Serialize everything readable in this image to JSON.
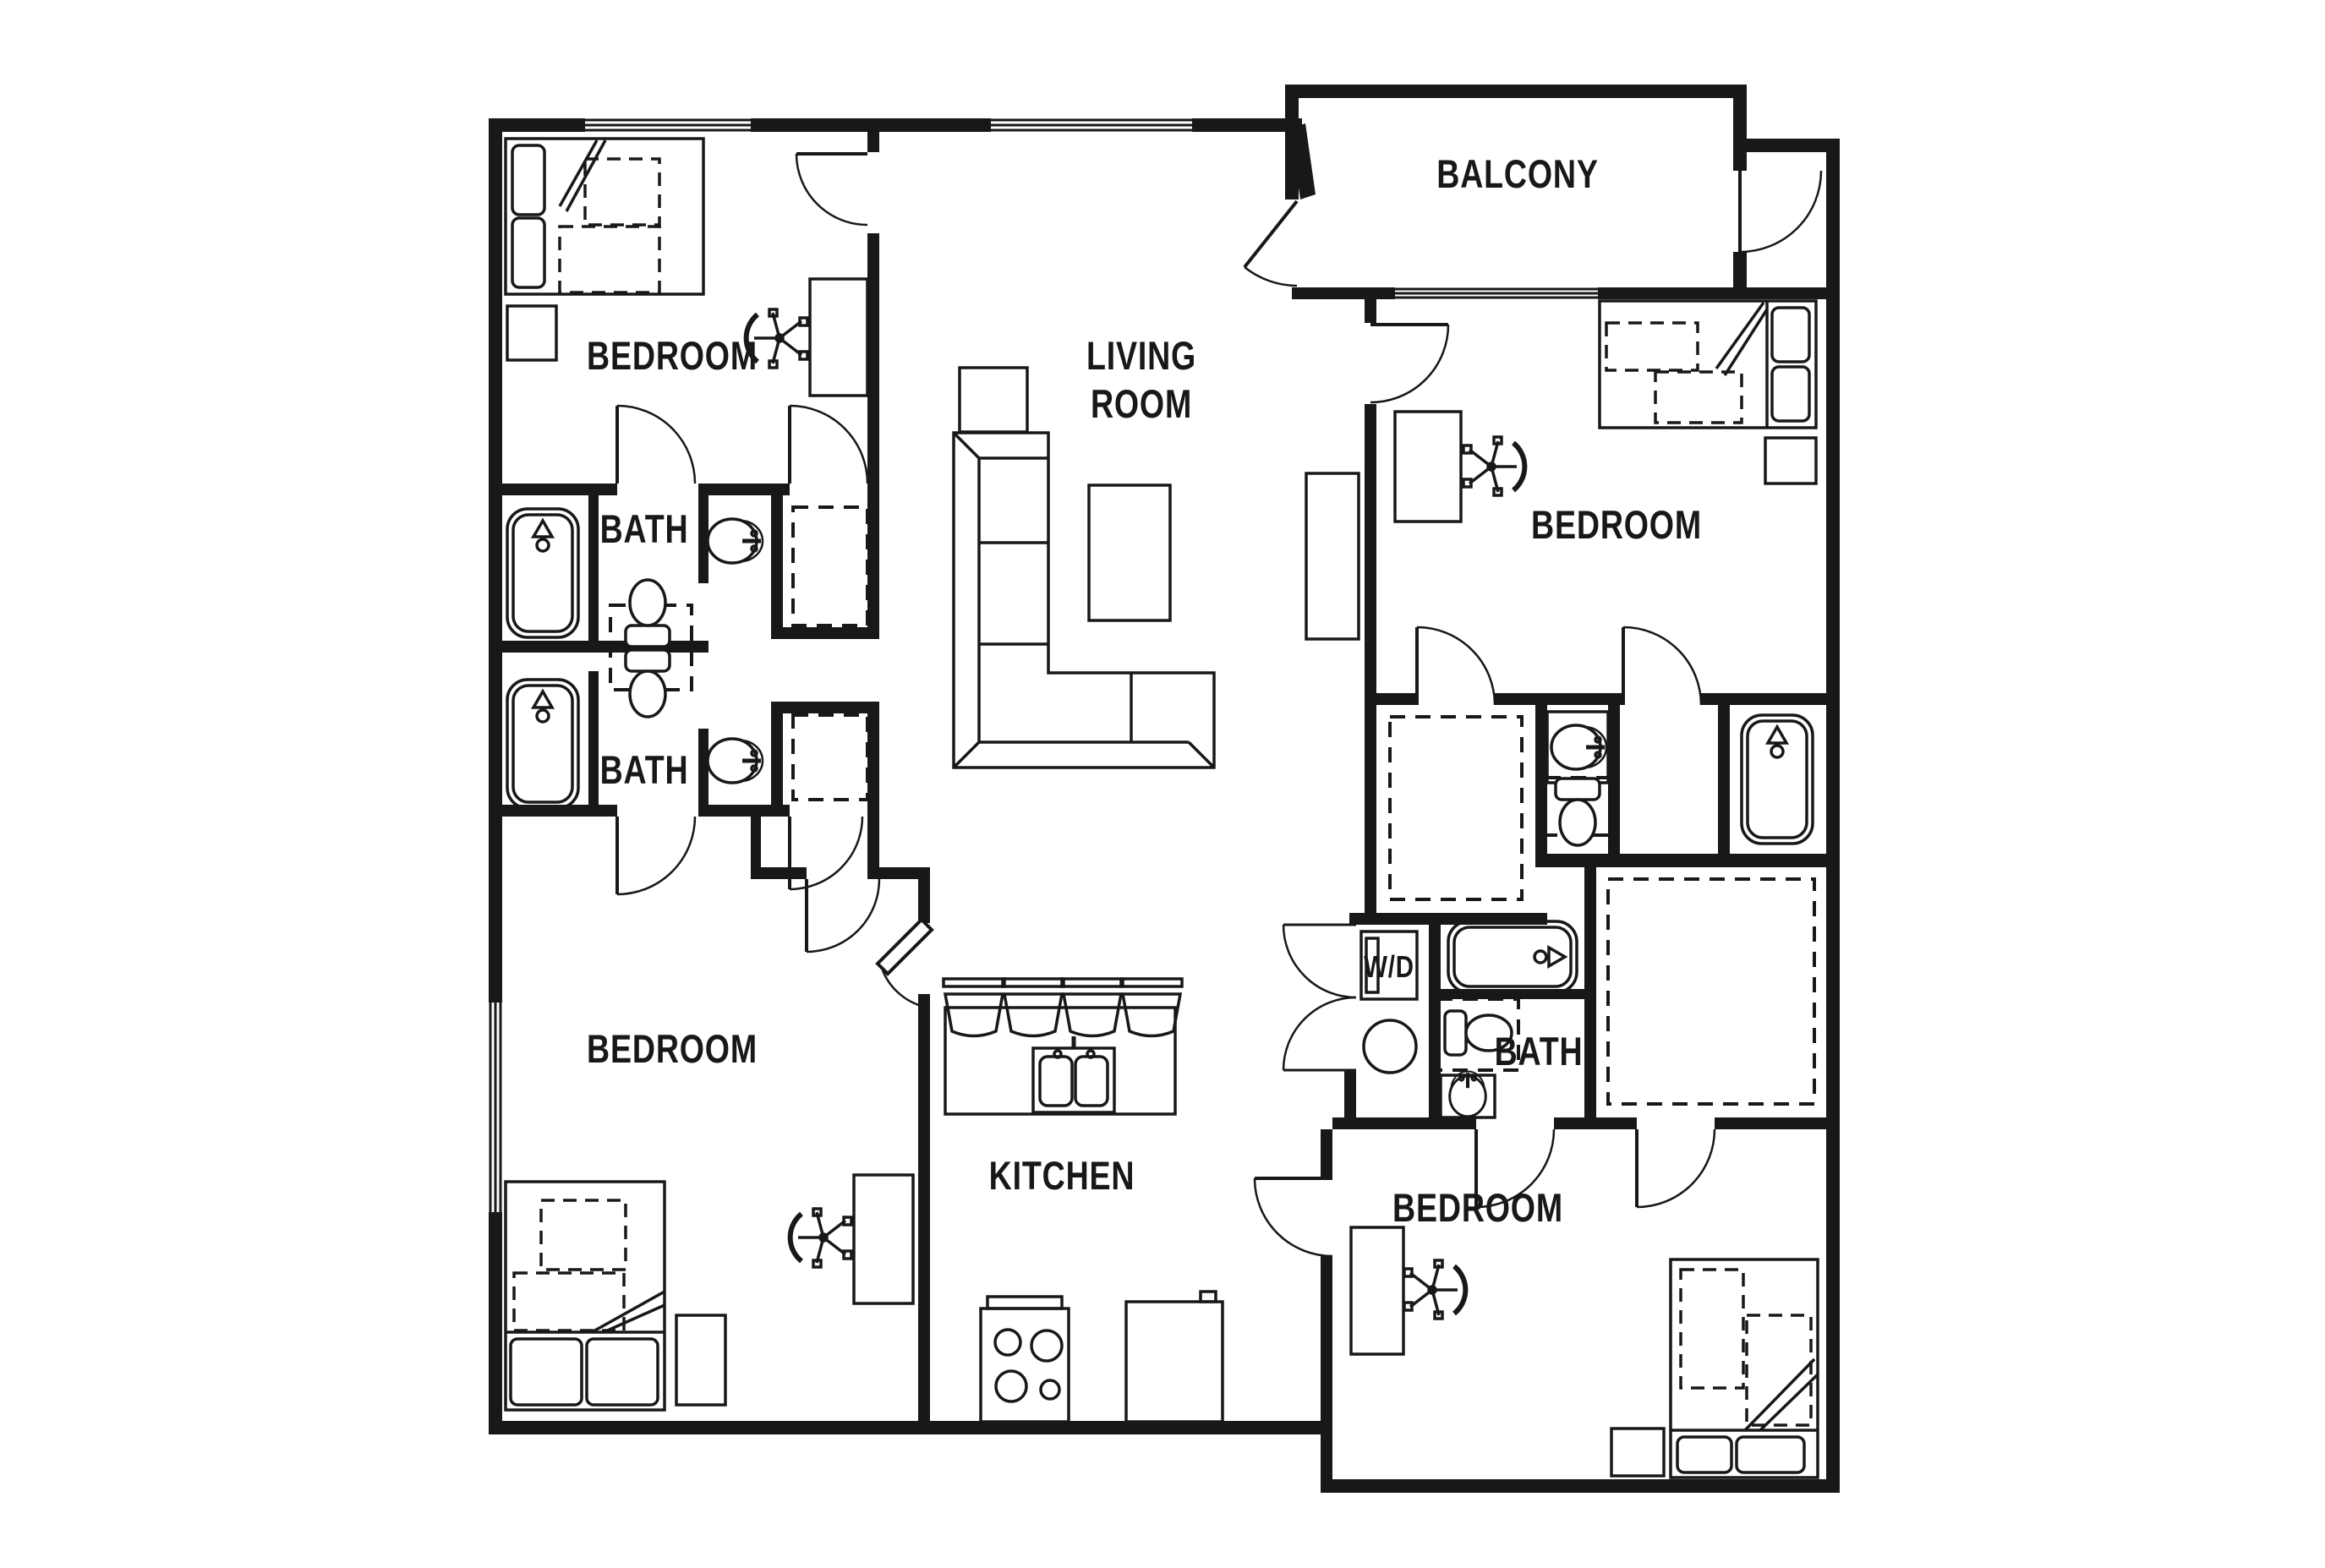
{
  "document": {
    "type": "apartment-floor-plan",
    "units": "none-shown",
    "colors": {
      "line": "#181818",
      "background": "#ffffff"
    }
  },
  "rooms": [
    {
      "id": "bedroom-top-left",
      "label": "BEDROOM"
    },
    {
      "id": "bath-top-left",
      "label": "BATH"
    },
    {
      "id": "bath-mid-left",
      "label": "BATH"
    },
    {
      "id": "bedroom-bottom-left",
      "label": "BEDROOM"
    },
    {
      "id": "living-room",
      "label": "LIVING ROOM",
      "lines": [
        "LIVING",
        "ROOM"
      ]
    },
    {
      "id": "balcony",
      "label": "BALCONY"
    },
    {
      "id": "bedroom-top-right",
      "label": "BEDROOM"
    },
    {
      "id": "kitchen",
      "label": "KITCHEN"
    },
    {
      "id": "bath-right",
      "label": "BATH"
    },
    {
      "id": "laundry-closet",
      "label": "W/D"
    },
    {
      "id": "bedroom-bottom-right",
      "label": "BEDROOM"
    }
  ],
  "fixtures": [
    {
      "name": "bed",
      "count": 4
    },
    {
      "name": "bed-pillow",
      "count": 8
    },
    {
      "name": "nightstand",
      "count": 4
    },
    {
      "name": "desk",
      "count": 4
    },
    {
      "name": "desk-chair",
      "count": 4
    },
    {
      "name": "walk-in-closet-dashed",
      "count": 4
    },
    {
      "name": "bathtub",
      "count": 4
    },
    {
      "name": "toilet",
      "count": 4
    },
    {
      "name": "bathroom-sink",
      "count": 4
    },
    {
      "name": "kitchen-island",
      "count": 1
    },
    {
      "name": "double-basin-sink",
      "count": 1
    },
    {
      "name": "bar-stool",
      "count": 4
    },
    {
      "name": "stove-cooktop",
      "count": 1
    },
    {
      "name": "refrigerator",
      "count": 1
    },
    {
      "name": "washer-dryer",
      "count": 1
    },
    {
      "name": "water-heater",
      "count": 1
    },
    {
      "name": "sectional-sofa",
      "count": 1
    },
    {
      "name": "coffee-table",
      "count": 1
    },
    {
      "name": "tv-stand",
      "count": 1
    },
    {
      "name": "side-table",
      "count": 1
    },
    {
      "name": "door-swing",
      "count": 16
    },
    {
      "name": "window",
      "count": 4
    }
  ]
}
